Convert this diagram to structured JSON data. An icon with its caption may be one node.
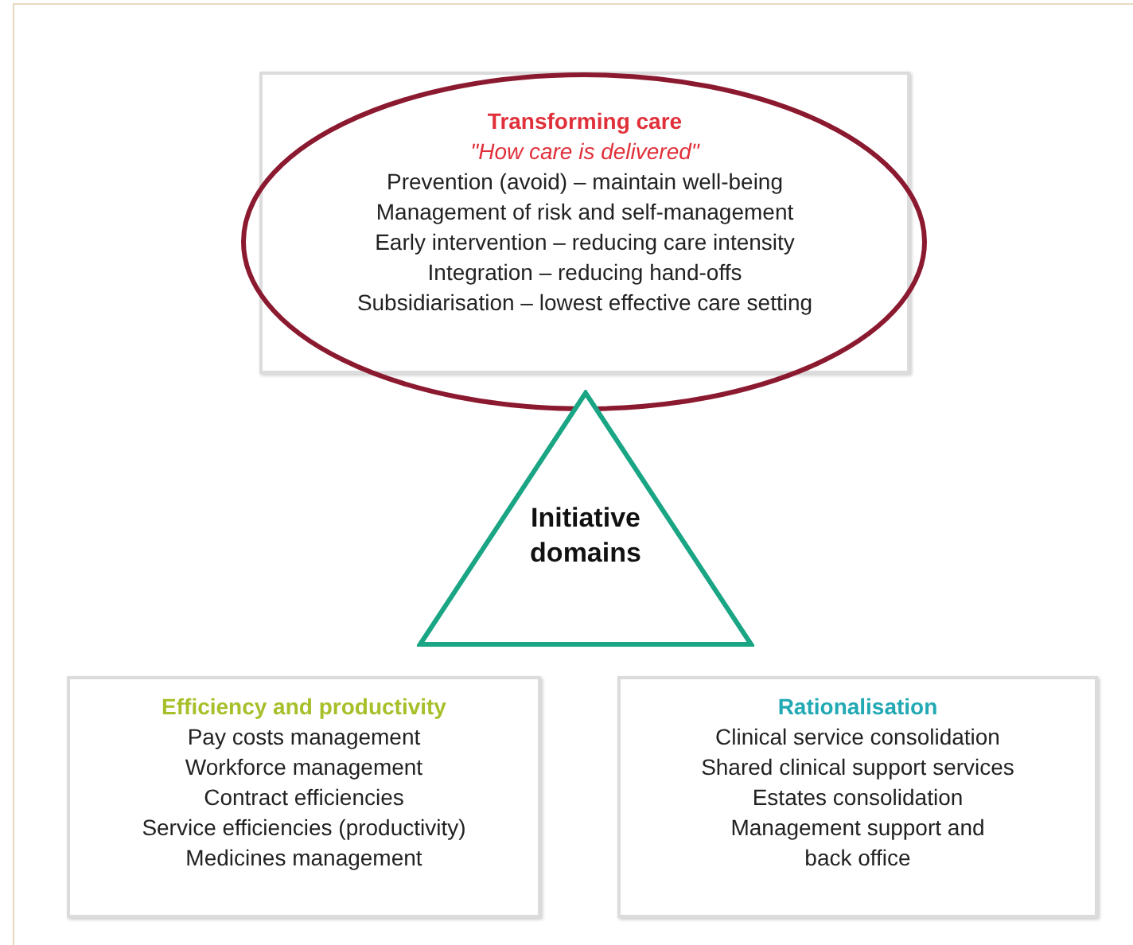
{
  "diagram": {
    "nodes": [
      {
        "text": [
          "Transforming care",
          "\"How care is delivered\"",
          "Prevention (avoid) – maintain well-being",
          "Management of risk and self-management",
          "Early intervention – reducing care intensity",
          "Integration – reducing hand-offs",
          "Subsidiarisation – lowest effective care setting"
        ]
      },
      {
        "text": [
          "Initiative domains"
        ]
      },
      {
        "text": [
          "Efficiency and productivity",
          "Pay costs management",
          "Workforce management",
          "Contract efficiencies",
          "Service efficiencies (productivity)",
          "Medicines management"
        ]
      },
      {
        "text": [
          "Rationalisation",
          "Clinical service consolidation",
          "Shared clinical support services",
          "Estates consolidation",
          "Management support and back office"
        ]
      }
    ]
  }
}
